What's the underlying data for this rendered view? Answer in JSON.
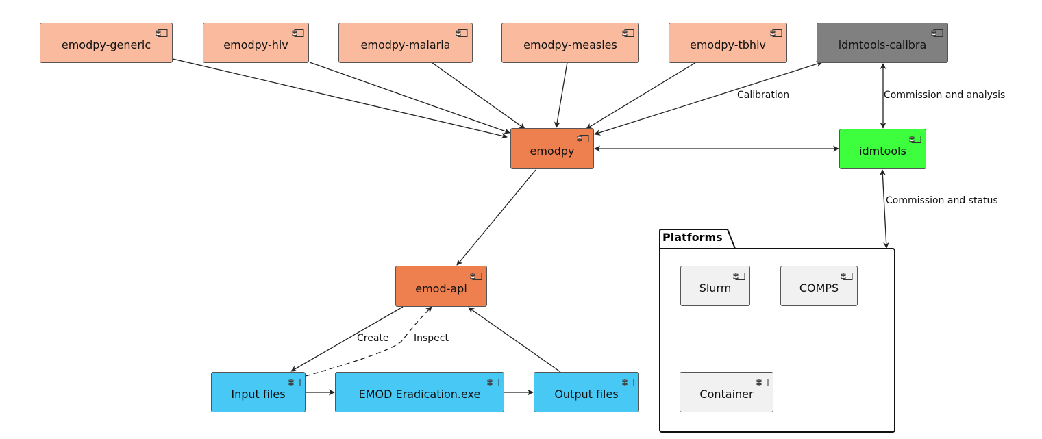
{
  "colors": {
    "model_pkg": "#F9BA9D",
    "core": "#EE8050",
    "calibra": "#808080",
    "idmtools": "#3DFF3D",
    "files": "#47C8F5",
    "platform": "#F1F1F1"
  },
  "icon": "component-icon",
  "nodes": {
    "emodpy_generic": "emodpy-generic",
    "emodpy_hiv": "emodpy-hiv",
    "emodpy_malaria": "emodpy-malaria",
    "emodpy_measles": "emodpy-measles",
    "emodpy_tbhiv": "emodpy-tbhiv",
    "idmtools_calibra": "idmtools-calibra",
    "emodpy": "emodpy",
    "idmtools": "idmtools",
    "emod_api": "emod-api",
    "input_files": "Input files",
    "eradication": "EMOD Eradication.exe",
    "output_files": "Output files"
  },
  "platforms": {
    "title": "Platforms",
    "slurm": "Slurm",
    "comps": "COMPS",
    "container": "Container"
  },
  "edge_labels": {
    "calibration": "Calibration",
    "commission_analysis": "Commission and analysis",
    "commission_status": "Commission and status",
    "create": "Create",
    "inspect": "Inspect"
  }
}
